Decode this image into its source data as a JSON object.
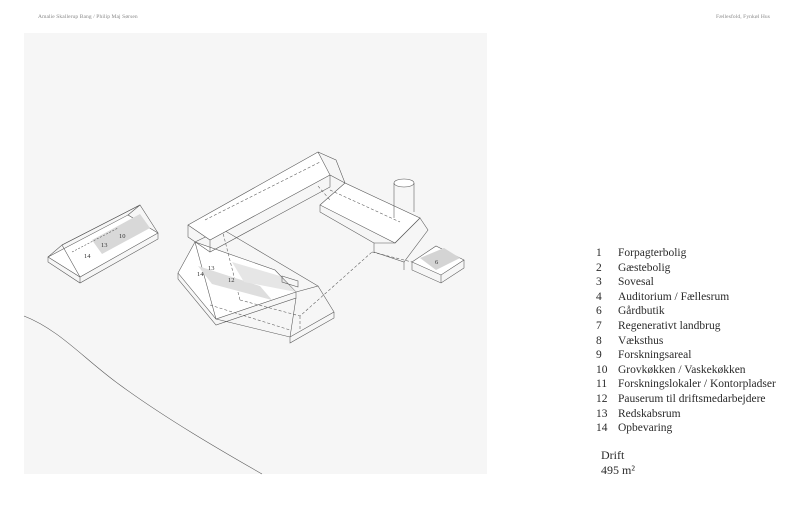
{
  "header": {
    "left": "Amalie Skallerup Bang  /  Philip Maj Sørsen",
    "right": "Fællesfold, Fynkøl Hus"
  },
  "diagram_labels": {
    "left_14": "14",
    "left_13": "13",
    "left_10": "10",
    "mid_13": "13",
    "mid_14": "14",
    "mid_12": "12",
    "right_6": "6"
  },
  "legend": {
    "items": [
      {
        "num": "1",
        "label": "Forpagterbolig"
      },
      {
        "num": "2",
        "label": "Gæstebolig"
      },
      {
        "num": "3",
        "label": "Sovesal"
      },
      {
        "num": "4",
        "label": "Auditorium / Fællesrum"
      },
      {
        "num": "6",
        "label": "Gårdbutik"
      },
      {
        "num": "7",
        "label": "Regenerativt landbrug"
      },
      {
        "num": "8",
        "label": "Væksthus"
      },
      {
        "num": "9",
        "label": "Forskningsareal"
      },
      {
        "num": "10",
        "label": "Grovkøkken / Vaskekøkken"
      },
      {
        "num": "11",
        "label": "Forskningslokaler / Kontorpladser"
      },
      {
        "num": "12",
        "label": "Pauserum til driftsmedarbejdere"
      },
      {
        "num": "13",
        "label": "Redskabsrum"
      },
      {
        "num": "14",
        "label": "Opbevaring"
      }
    ]
  },
  "summary": {
    "title": "Drift",
    "area": "495 m²"
  }
}
